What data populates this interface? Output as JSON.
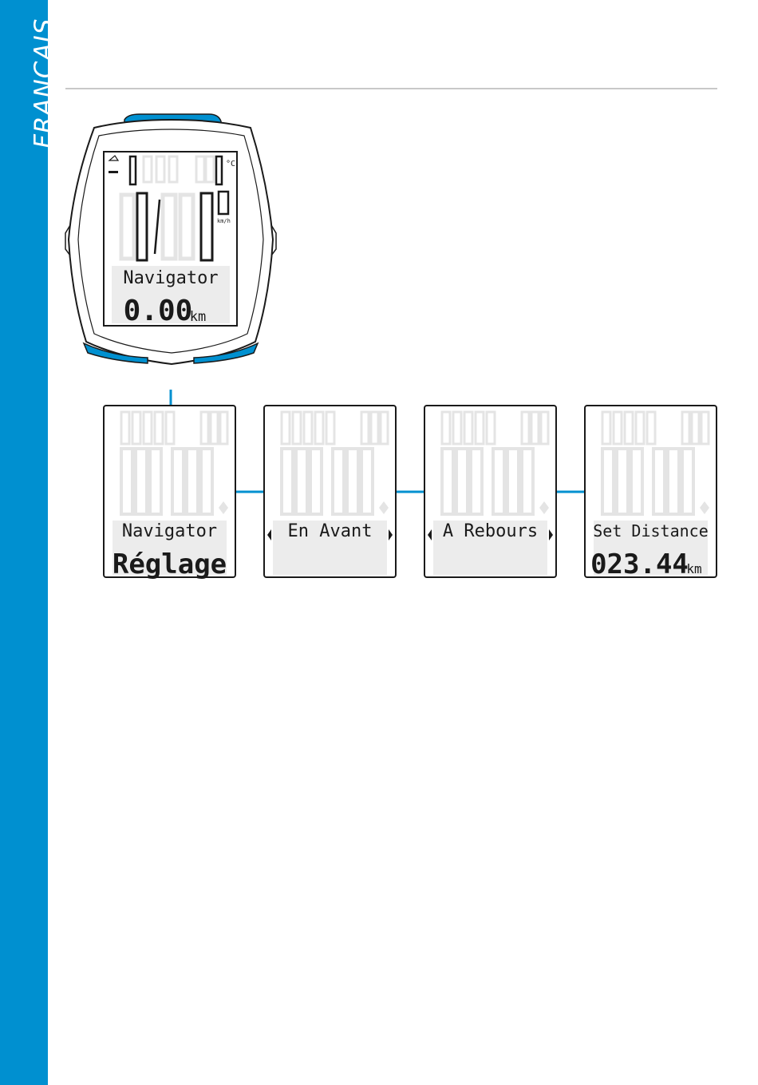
{
  "language_tab": {
    "label": "FRANÇAIS"
  },
  "colors": {
    "accent": "#0090d0",
    "rule": "#c8c8c8",
    "lcd_ink": "#1a1a1a",
    "lcd_ghost": "#e4e4e4"
  },
  "device": {
    "unit_top": "km/h",
    "menu_title": "Navigator",
    "value": "0.00",
    "value_unit": "km"
  },
  "screens": [
    {
      "title": "Navigator",
      "subtitle": "Réglage",
      "unit": "",
      "arrows": false
    },
    {
      "title": "En Avant",
      "subtitle": "",
      "unit": "",
      "arrows": true
    },
    {
      "title": "A Rebours",
      "subtitle": "",
      "unit": "",
      "arrows": true
    },
    {
      "title": "Set Distance",
      "subtitle": "023.44",
      "unit": "km",
      "arrows": false
    }
  ]
}
